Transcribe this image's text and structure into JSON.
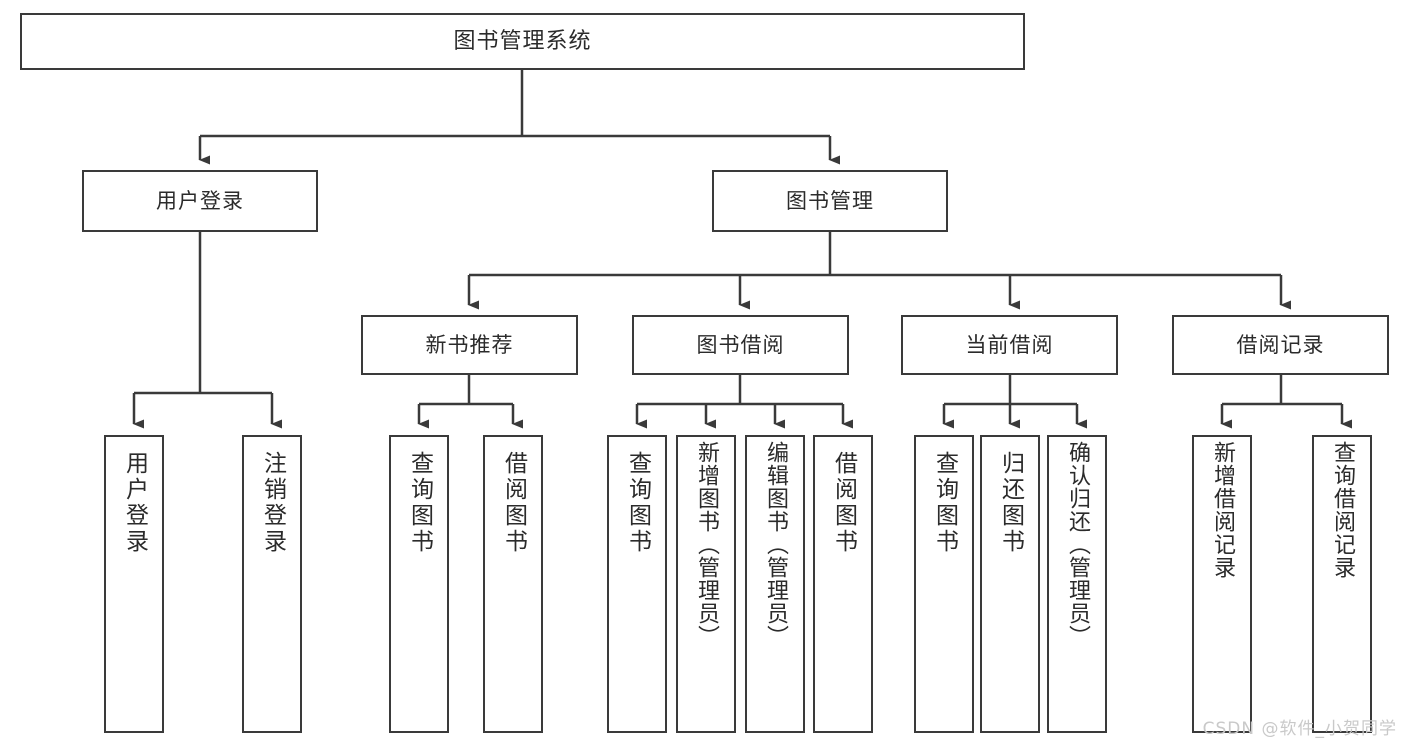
{
  "diagram": {
    "type": "tree-hierarchy",
    "title": "图书管理系统",
    "root": {
      "id": "root",
      "label": "图书管理系统"
    },
    "level2": [
      {
        "id": "user-login",
        "label": "用户登录"
      },
      {
        "id": "book-manage",
        "label": "图书管理"
      }
    ],
    "level3": [
      {
        "id": "new-book-rec",
        "label": "新书推荐",
        "parent": "book-manage"
      },
      {
        "id": "book-borrow",
        "label": "图书借阅",
        "parent": "book-manage"
      },
      {
        "id": "current-borrow",
        "label": "当前借阅",
        "parent": "book-manage"
      },
      {
        "id": "borrow-record",
        "label": "借阅记录",
        "parent": "book-manage"
      }
    ],
    "leaves": [
      {
        "id": "leaf-user-login",
        "label": "用户登录",
        "parent": "user-login"
      },
      {
        "id": "leaf-logout",
        "label": "注销登录",
        "parent": "user-login"
      },
      {
        "id": "leaf-query-book-1",
        "label": "查询图书",
        "parent": "new-book-rec"
      },
      {
        "id": "leaf-borrow-book-1",
        "label": "借阅图书",
        "parent": "new-book-rec"
      },
      {
        "id": "leaf-query-book-2",
        "label": "查询图书",
        "parent": "book-borrow"
      },
      {
        "id": "leaf-add-book",
        "label": "新增图书（管理员）",
        "parent": "book-borrow"
      },
      {
        "id": "leaf-edit-book",
        "label": "编辑图书（管理员）",
        "parent": "book-borrow"
      },
      {
        "id": "leaf-borrow-book-2",
        "label": "借阅图书",
        "parent": "book-borrow"
      },
      {
        "id": "leaf-query-book-3",
        "label": "查询图书",
        "parent": "current-borrow"
      },
      {
        "id": "leaf-return-book",
        "label": "归还图书",
        "parent": "current-borrow"
      },
      {
        "id": "leaf-confirm-return",
        "label": "确认归还（管理员）",
        "parent": "current-borrow"
      },
      {
        "id": "leaf-add-record",
        "label": "新增借阅记录",
        "parent": "borrow-record"
      },
      {
        "id": "leaf-query-record",
        "label": "查询借阅记录",
        "parent": "borrow-record"
      }
    ],
    "colors": {
      "box_border": "#3a3a3a",
      "box_fill": "#ffffff",
      "connector": "#3a3a3a",
      "text": "#2b2b2b",
      "watermark": "#c9c9c9",
      "background": "#ffffff"
    }
  },
  "watermark": {
    "text": "CSDN @软件_小贺同学"
  }
}
